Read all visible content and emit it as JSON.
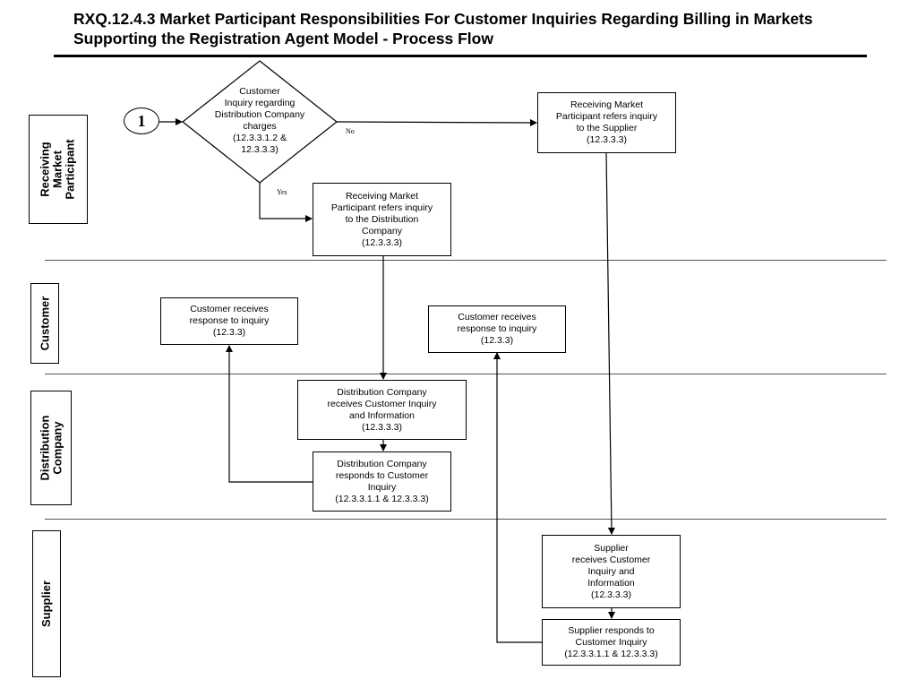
{
  "title": "RXQ.12.4.3 Market Participant Responsibilities For Customer Inquiries Regarding Billing in Markets Supporting the Registration Agent Model - Process Flow",
  "lanes": [
    {
      "id": "rmp",
      "label": "Receiving Market Participant"
    },
    {
      "id": "customer",
      "label": "Customer"
    },
    {
      "id": "distco",
      "label": "Distribution Company"
    },
    {
      "id": "supplier",
      "label": "Supplier"
    }
  ],
  "connector": {
    "label": "1"
  },
  "decision": {
    "text": "Customer\nInquiry regarding\nDistribution Company\ncharges\n(12.3.3.1.2 &\n12.3.3.3)"
  },
  "edge_labels": {
    "no": "No",
    "yes": "Yes"
  },
  "nodes": {
    "rmp_refers_supplier": "Receiving Market\nParticipant refers inquiry\nto the Supplier\n(12.3.3.3)",
    "rmp_refers_distco": "Receiving Market\nParticipant refers inquiry\nto the Distribution\nCompany\n(12.3.3.3)",
    "customer_response_1": "Customer receives\nresponse to inquiry\n(12.3.3)",
    "customer_response_2": "Customer receives\nresponse to inquiry\n(12.3.3)",
    "distco_receives": "Distribution Company\nreceives Customer Inquiry\nand Information\n(12.3.3.3)",
    "distco_responds": "Distribution Company\nresponds to Customer\nInquiry\n(12.3.3.1.1 & 12.3.3.3)",
    "supplier_receives": "Supplier\nreceives Customer\nInquiry and\nInformation\n(12.3.3.3)",
    "supplier_responds": "Supplier responds to\nCustomer Inquiry\n(12.3.3.1.1 & 12.3.3.3)"
  }
}
